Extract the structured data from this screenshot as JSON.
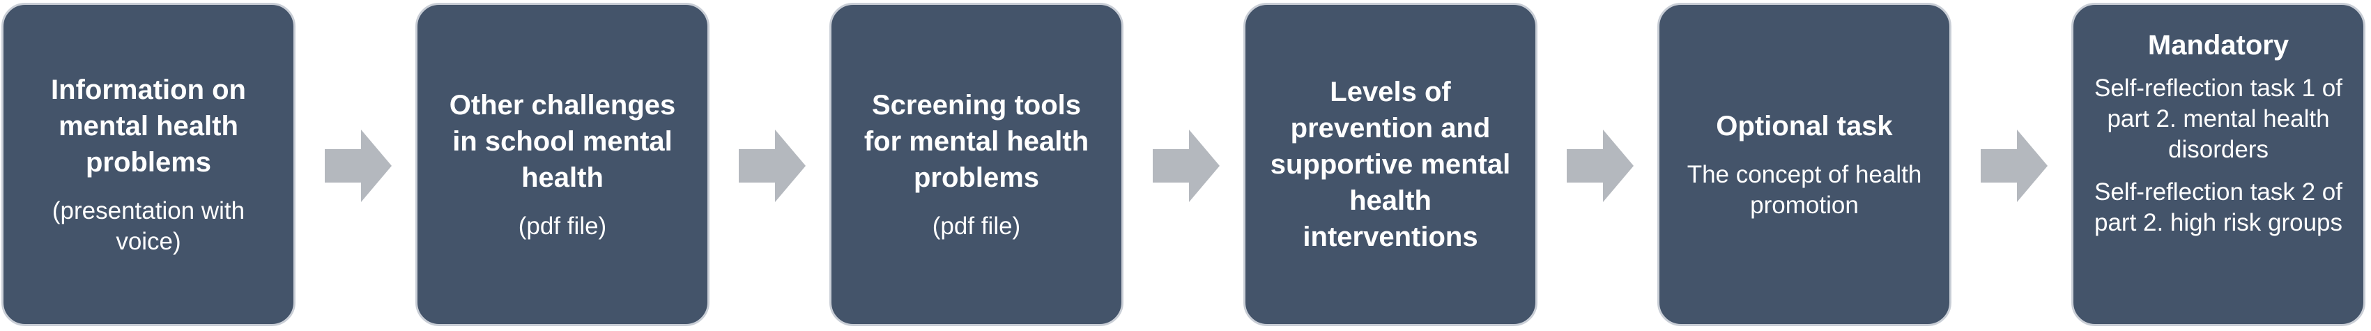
{
  "steps": [
    {
      "title": "Information on mental health problems",
      "subtitle": "(presentation with voice)"
    },
    {
      "title": "Other challenges in school mental health",
      "subtitle": "(pdf file)"
    },
    {
      "title": "Screening tools for mental health problems",
      "subtitle": "(pdf file)"
    },
    {
      "title": "Levels of prevention and supportive mental health interventions"
    },
    {
      "title": "Optional task",
      "subtitle": "The concept of health promotion"
    },
    {
      "title": "Mandatory",
      "items": [
        "Self-reflection task 1 of part 2. mental health disorders",
        "Self-reflection task 2 of part 2. high risk groups"
      ]
    }
  ],
  "colors": {
    "box_fill": "#44546a",
    "box_border": "#c9ced6",
    "text": "#ffffff",
    "arrow": "#b4b8be"
  },
  "icons": {
    "connector": "right-arrow-icon"
  }
}
